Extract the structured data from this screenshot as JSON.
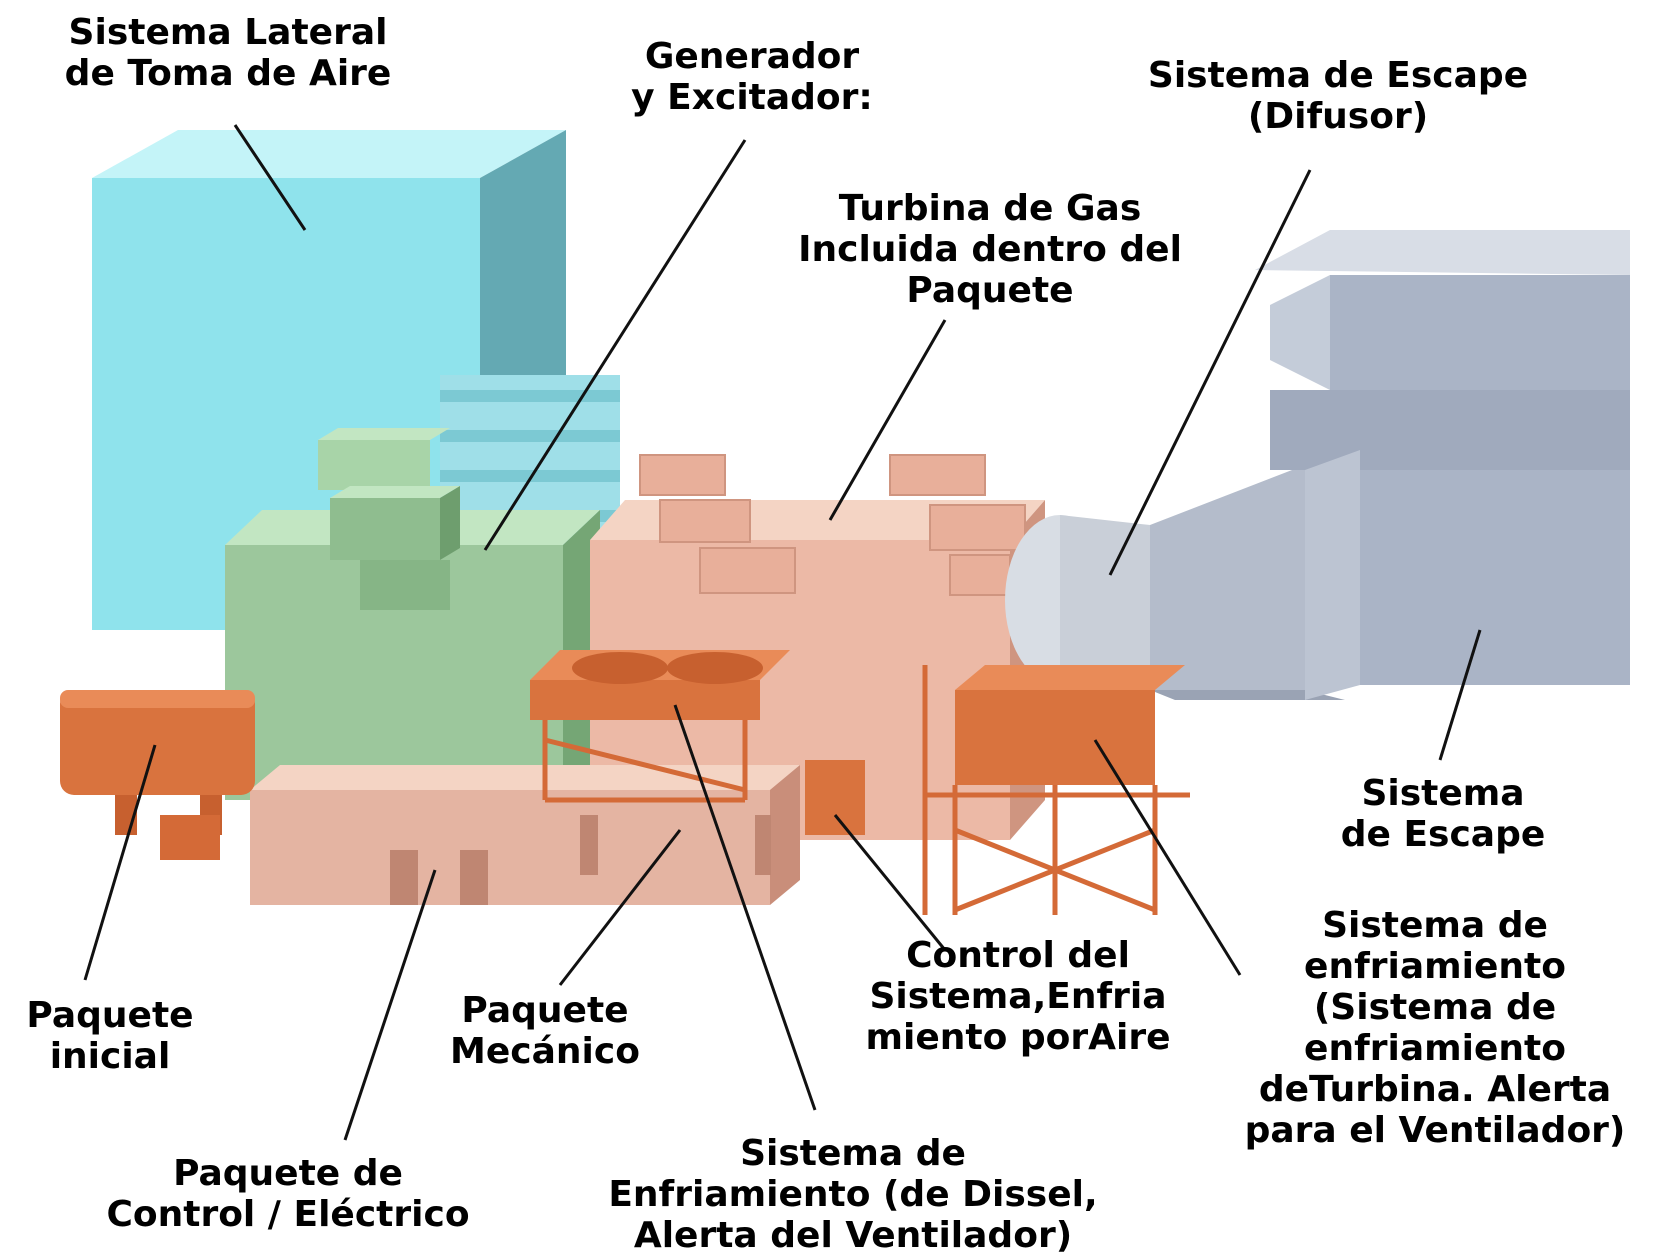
{
  "colors": {
    "intake": "#8fe3ec",
    "generator": "#9cc79c",
    "turbine": "#ecb9a6",
    "orange": "#d9733e",
    "exhaust": "#aab4c6",
    "leader": "#111111"
  },
  "labels": {
    "air_intake": [
      "Sistema Lateral",
      "de Toma de Aire"
    ],
    "generator": [
      "Generador",
      "y Excitador:"
    ],
    "exhaust_diffuser": [
      "Sistema de Escape",
      "(Difusor)"
    ],
    "gas_turbine": [
      "Turbina de Gas",
      "Incluida dentro del",
      "Paquete"
    ],
    "exhaust_system": [
      "Sistema",
      "de Escape"
    ],
    "cooling_turbine": [
      "Sistema de",
      "enfriamiento",
      "(Sistema de",
      "enfriamiento",
      "deTurbina. Alerta",
      "para el Ventilador)"
    ],
    "control_air_cooling": [
      "Control del",
      "Sistema,Enfria",
      "miento porAire"
    ],
    "starting_package": [
      "Paquete",
      "inicial"
    ],
    "mechanical_package": [
      "Paquete",
      "Mecánico"
    ],
    "control_electrical": [
      "Paquete de",
      "Control / Eléctrico"
    ],
    "cooling_diesel": [
      "Sistema de",
      "Enfriamiento (de Dissel,",
      "Alerta del Ventilador)"
    ]
  }
}
